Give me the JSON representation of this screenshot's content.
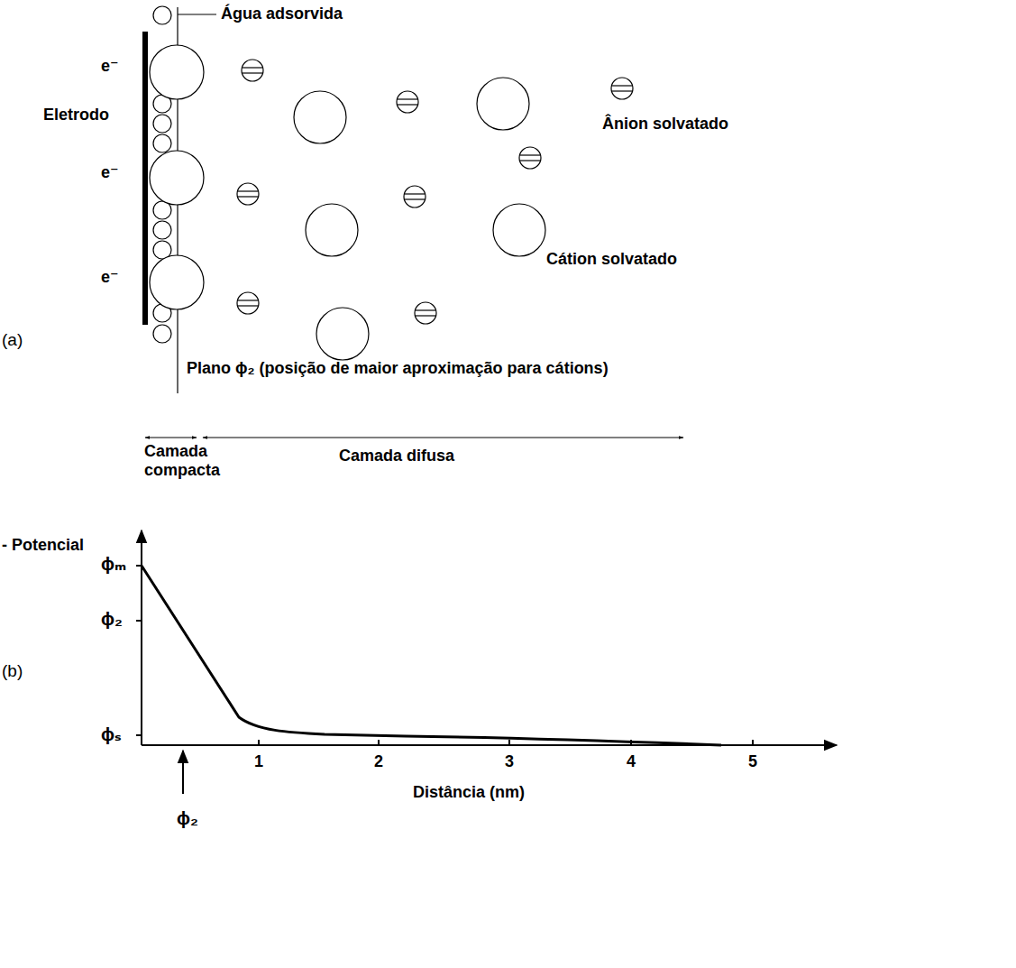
{
  "diagram": {
    "labels": [
      "Água adsorvida",
      "e⁻",
      "Eletrodo",
      "e⁻",
      "e⁻",
      "Ânion solvatado",
      "Cátion solvatado",
      "(a)",
      "Plano ϕ₂ (posição de maior aproximação para cátions)",
      "Camada compacta",
      "Camada difusa",
      "- Potencial",
      "ϕₘ",
      "ϕ₂",
      "(b)",
      "ϕₛ",
      "1",
      "2",
      "3",
      "4",
      "5",
      "Distância (nm)",
      "ϕ₂"
    ]
  }
}
